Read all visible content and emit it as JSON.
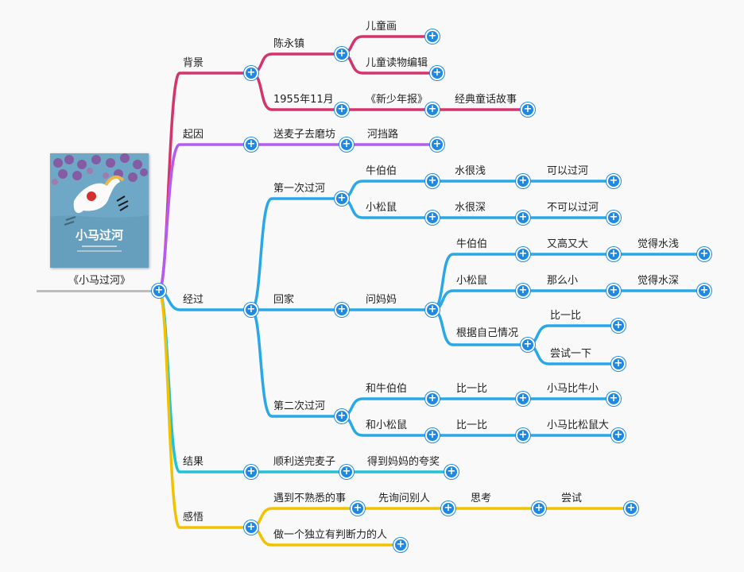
{
  "root": {
    "title": "《小马过河》",
    "cover_title": "小马过河"
  },
  "colors": {
    "background": "red-pink",
    "c_bg": "#d6336c",
    "c_cause": "#b45cf0",
    "c_process": "#29a8e8",
    "c_result": "#22c1d6",
    "c_insight": "#f2c200",
    "plus": "#1e88e5"
  },
  "branches": {
    "background": {
      "label": "背景",
      "chen": "陈永镇",
      "painting": "儿童画",
      "editor": "儿童读物编辑",
      "year": "1955年11月",
      "magazine": "《新少年报》",
      "classic": "经典童话故事"
    },
    "cause": {
      "label": "起因",
      "deliver": "送麦子去磨坊",
      "river": "河挡路"
    },
    "process": {
      "label": "经过",
      "first": "第一次过河",
      "uncle_ox": "牛伯伯",
      "shallow": "水很浅",
      "can_cross": "可以过河",
      "squirrel": "小松鼠",
      "deep": "水很深",
      "cannot_cross": "不可以过河",
      "home": "回家",
      "ask_mom": "问妈妈",
      "ox2": "牛伯伯",
      "tall_big": "又高又大",
      "feels_shallow": "觉得水浅",
      "squirrel2": "小松鼠",
      "so_small": "那么小",
      "feels_deep": "觉得水深",
      "own_case": "根据自己情况",
      "compare": "比一比",
      "try_it": "尝试一下",
      "second": "第二次过河",
      "with_ox": "和牛伯伯",
      "compare_ox": "比一比",
      "shorter_ox": "小马比牛小",
      "with_squirrel": "和小松鼠",
      "compare_sq": "比一比",
      "bigger_sq": "小马比松鼠大"
    },
    "result": {
      "label": "结果",
      "delivered": "顺利送完麦子",
      "praise": "得到妈妈的夸奖"
    },
    "insight": {
      "label": "感悟",
      "unfamiliar": "遇到不熟悉的事",
      "ask_first": "先询问别人",
      "think": "思考",
      "attempt": "尝试",
      "independent": "做一个独立有判断力的人"
    }
  }
}
